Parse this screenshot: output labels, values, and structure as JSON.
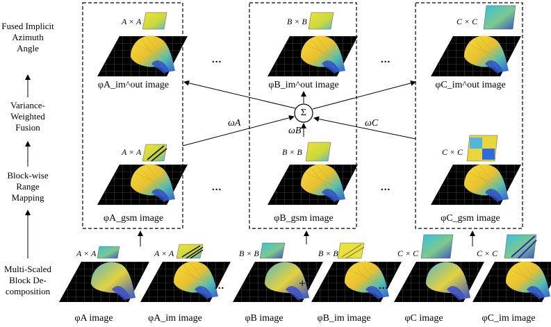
{
  "sidebar": {
    "fused": "Fused Implicit Azimuth Angle",
    "fusion": "Variance-Weighted Fusion",
    "mapping": "Block-wise Range Mapping",
    "decomp": "Multi-Scaled Block De-composition"
  },
  "ellipsis": "...",
  "plus": "+",
  "sum_symbol": "Σ",
  "weights": {
    "a": "ωA",
    "b": "ωB",
    "c": "ωC"
  },
  "tags": {
    "a": "A × A",
    "b": "B × B",
    "c": "C × C"
  },
  "top_labels": [
    "φA_im^out image",
    "φB_im^out image",
    "φC_im^out image"
  ],
  "mid_labels": [
    "φA_gsm image",
    "φB_gsm image",
    "φC_gsm image"
  ],
  "bottom_labels": [
    "φA image",
    "φA_im image",
    "φB image",
    "φB_im image",
    "φC image",
    "φC_im image"
  ],
  "colors": {
    "surface_top": "#f2d22e",
    "surface_mid": "#4fb0c6",
    "surface_low": "#3a57c9",
    "plane": "#000000",
    "grid": "#8a8a8a"
  }
}
